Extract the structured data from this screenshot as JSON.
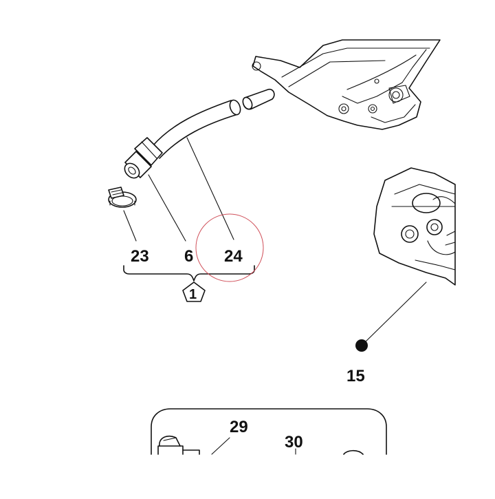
{
  "callouts": {
    "clamp": "23",
    "fitting": "6",
    "hose": "24",
    "assembly": "1",
    "housing": "15",
    "part_29": "29",
    "part_30": "30"
  },
  "colors": {
    "line": "#111111",
    "highlight_circle": "#d0505a",
    "background": "#ffffff"
  }
}
